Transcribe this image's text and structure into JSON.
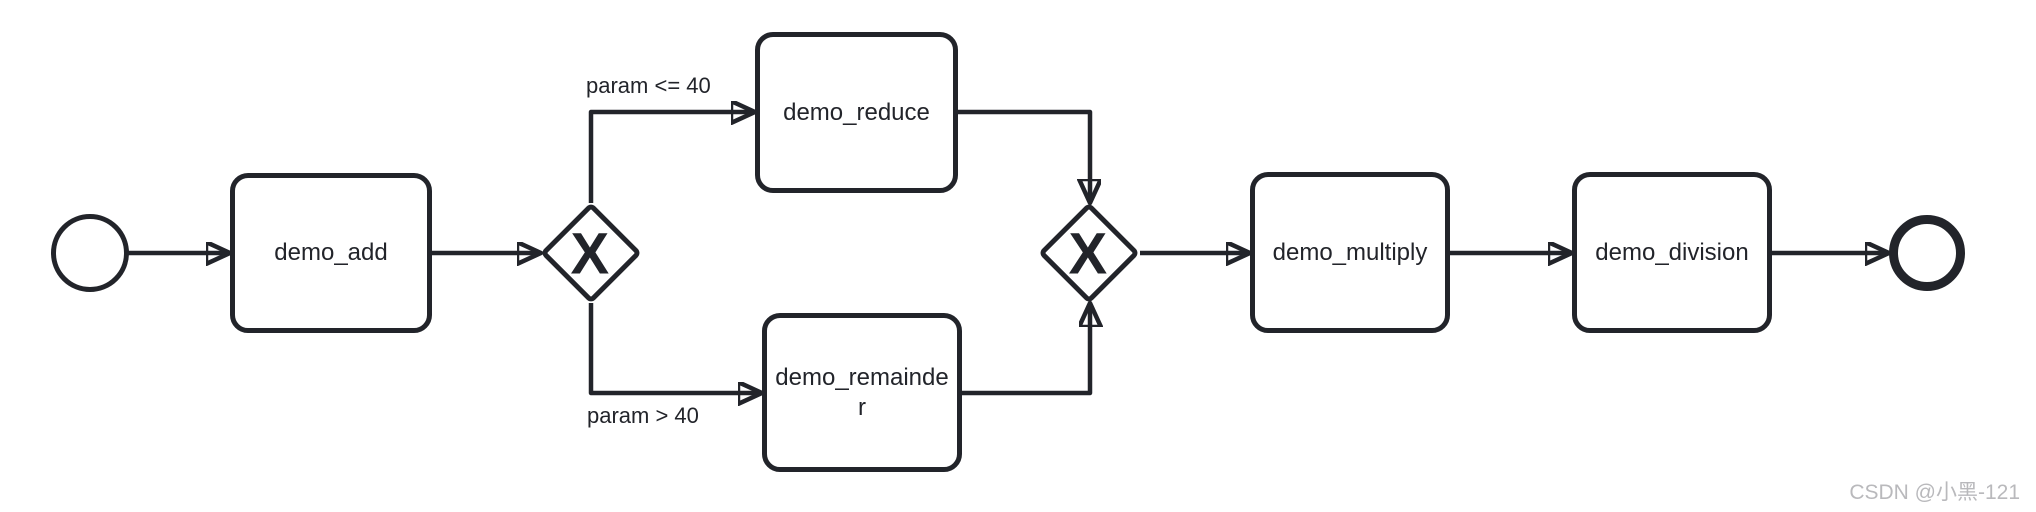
{
  "diagram": {
    "kind": "bpmn-process-flow",
    "colors": {
      "stroke": "#22242a",
      "background": "#ffffff",
      "watermark_text": "#b9b9bc"
    },
    "start_event": {
      "type": "start"
    },
    "end_event": {
      "type": "end"
    },
    "tasks": [
      {
        "label": "demo_add"
      },
      {
        "label": "demo_reduce"
      },
      {
        "label": "demo_remainder"
      },
      {
        "label": "demo_multiply"
      },
      {
        "label": "demo_division"
      }
    ],
    "gateways": [
      {
        "type": "exclusive-split",
        "marker": "X"
      },
      {
        "type": "exclusive-join",
        "marker": "X"
      }
    ],
    "flow_labels": [
      {
        "text": "param <= 40"
      },
      {
        "text": "param > 40"
      }
    ]
  },
  "watermark": {
    "text": "CSDN @小黑-121"
  }
}
